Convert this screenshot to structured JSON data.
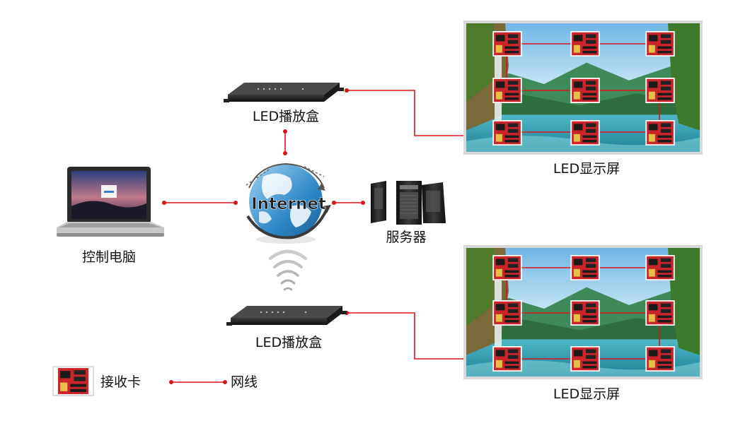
{
  "labels": {
    "player_box_top": "LED播放盒",
    "player_box_bottom": "LED播放盒",
    "display_top": "LED显示屏",
    "display_bottom": "LED显示屏",
    "control_pc": "控制电脑",
    "server": "服务器",
    "internet": "Internet"
  },
  "legend": {
    "receiver_card": "接收卡",
    "network_cable": "网线"
  },
  "colors": {
    "line": "#d8141c",
    "dot": "#d8141c",
    "card_red": "#c9252a"
  },
  "icons": [
    "laptop-icon",
    "internet-globe-icon",
    "server-tower-icon",
    "led-player-box-icon",
    "wifi-wave-icon",
    "receiver-card-icon"
  ]
}
